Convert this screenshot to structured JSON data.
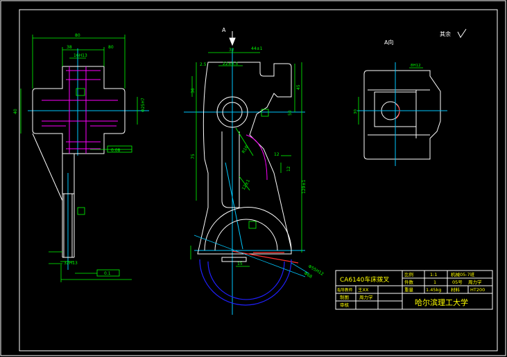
{
  "drawing": {
    "section_marker": "A",
    "view_title": "A向",
    "roughness_note": "其余",
    "colors": {
      "background": "#000000",
      "outline": "#ffffff",
      "dimension": "#00ff00",
      "centerline": "#00c8ff",
      "hidden": "#ff00ff",
      "accent": "#ff3030",
      "arc_blue": "#2020ff",
      "title_text": "#ffff00"
    }
  },
  "title_block": {
    "part_name": "CA6140车床拨叉",
    "scale_label": "比例",
    "scale_value": "1:1",
    "qty_label": "件数",
    "qty_value": "1",
    "mass_label": "重量",
    "mass_value": "1.45kg",
    "material_label": "材料",
    "material_value": "HT200",
    "class_label": "机械05-7班",
    "student_no": "05号",
    "student_name": "周力学",
    "teacher_label": "指导教师",
    "teacher_name": "王XX",
    "drawn_label": "制图",
    "drawn_name": "周力学",
    "check_label": "审核",
    "school": "哈尔滨理工大学"
  }
}
